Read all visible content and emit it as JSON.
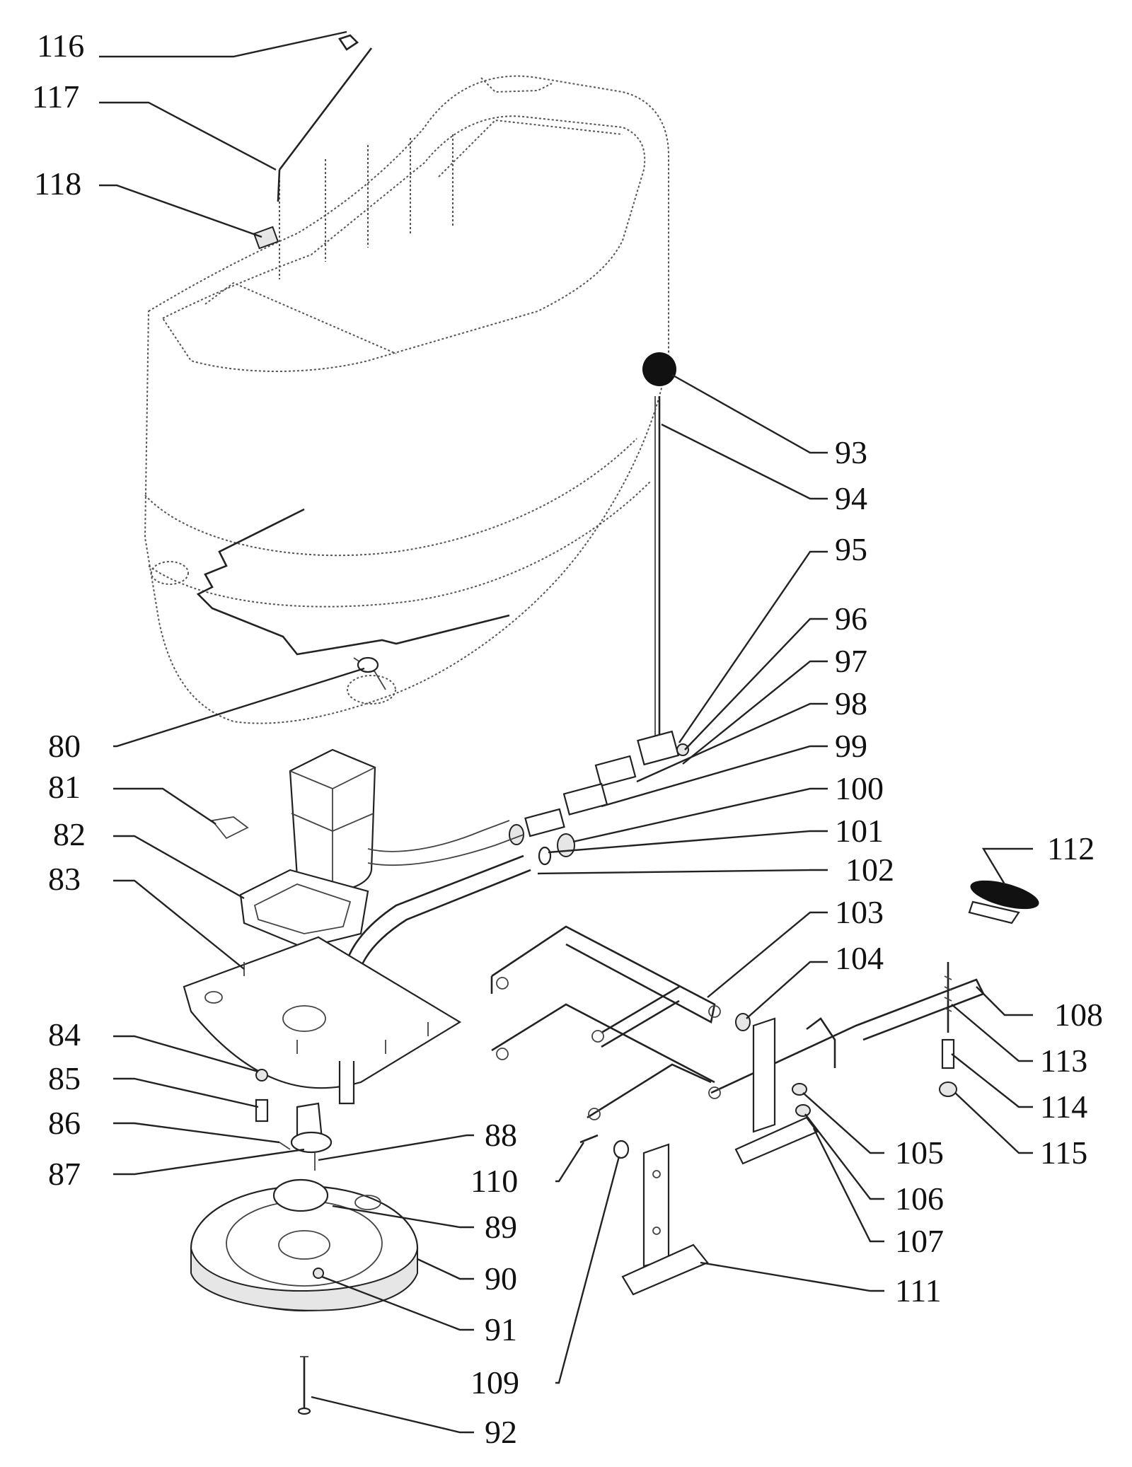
{
  "labels": {
    "p80": "80",
    "p81": "81",
    "p82": "82",
    "p83": "83",
    "p84": "84",
    "p85": "85",
    "p86": "86",
    "p87": "87",
    "p88": "88",
    "p89": "89",
    "p90": "90",
    "p91": "91",
    "p92": "92",
    "p93": "93",
    "p94": "94",
    "p95": "95",
    "p96": "96",
    "p97": "97",
    "p98": "98",
    "p99": "99",
    "p100": "100",
    "p101": "101",
    "p102": "102",
    "p103": "103",
    "p104": "104",
    "p105": "105",
    "p106": "106",
    "p107": "107",
    "p108": "108",
    "p109": "109",
    "p110": "110",
    "p111": "111",
    "p112": "112",
    "p113": "113",
    "p114": "114",
    "p115": "115",
    "p116": "116",
    "p117": "117",
    "p118": "118"
  }
}
